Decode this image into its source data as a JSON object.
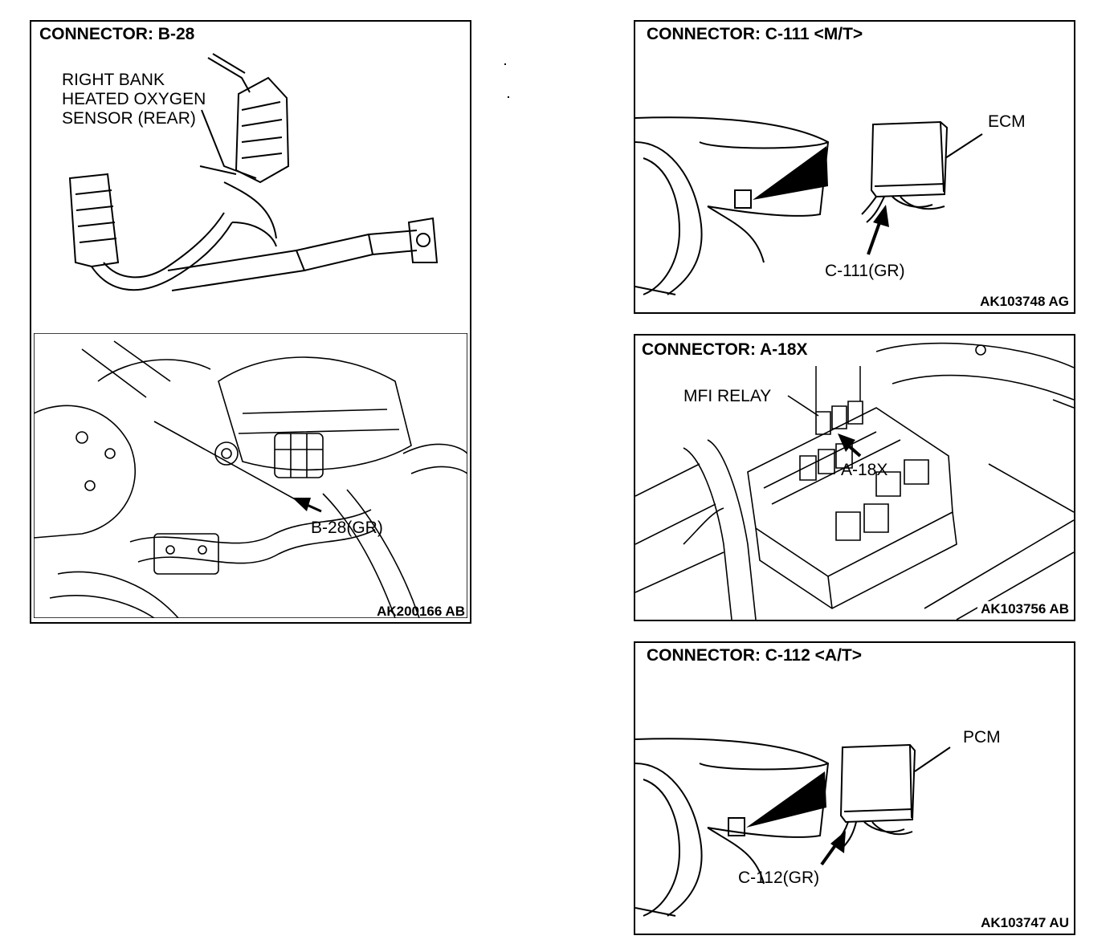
{
  "panels": {
    "b28": {
      "title": "CONNECTOR: B-28",
      "sensor_label": [
        "RIGHT BANK",
        "HEATED OXYGEN",
        "SENSOR (REAR)"
      ],
      "connector_label": "B-28(GR)",
      "code": "AK200166 AB"
    },
    "c111": {
      "title": "CONNECTOR: C-111 <M/T>",
      "module_label": "ECM",
      "connector_label": "C-111(GR)",
      "code": "AK103748 AG"
    },
    "a18x": {
      "title": "CONNECTOR: A-18X",
      "relay_label": "MFI RELAY",
      "connector_label": "A-18X",
      "code": "AK103756 AB"
    },
    "c112": {
      "title": "CONNECTOR: C-112 <A/T>",
      "module_label": "PCM",
      "connector_label": "C-112(GR)",
      "code": "AK103747 AU"
    }
  },
  "colors": {
    "line": "#000000",
    "background": "#ffffff"
  }
}
